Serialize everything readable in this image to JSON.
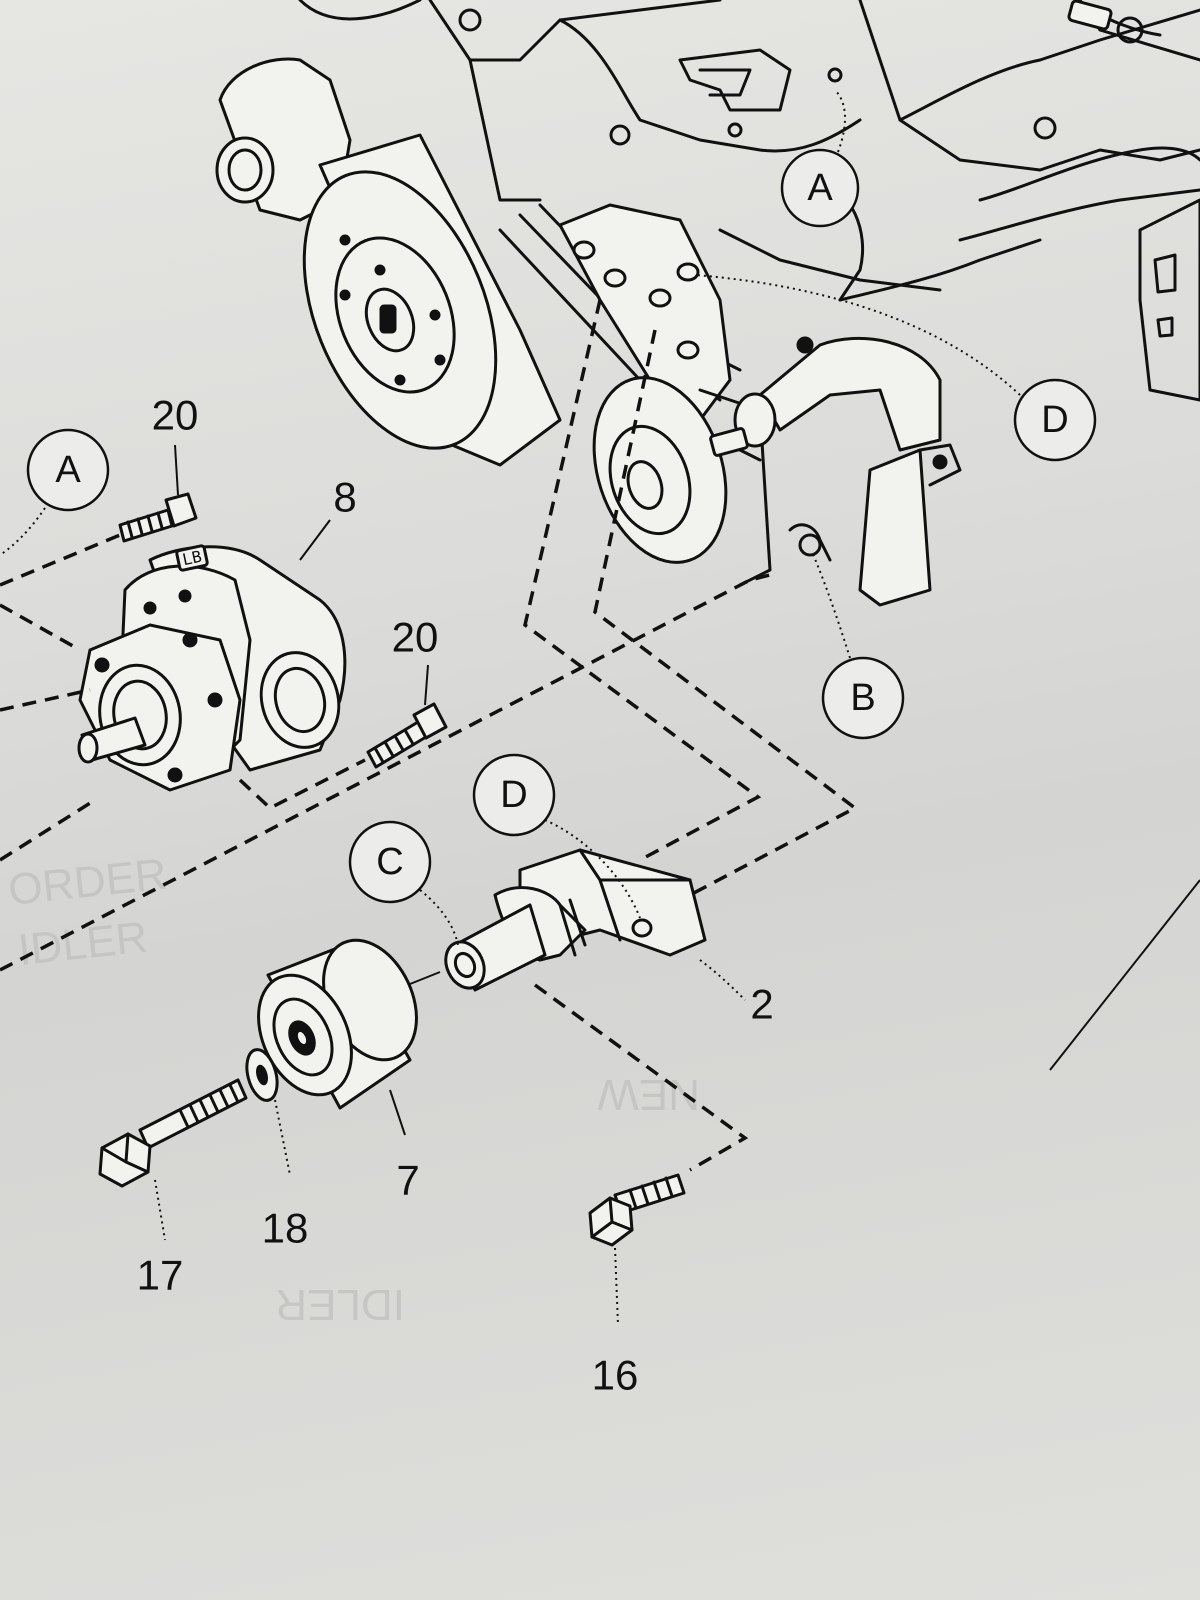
{
  "callouts": {
    "a_top": "A",
    "a_left": "A",
    "b": "B",
    "c": "C",
    "d_top": "D",
    "d_bracket": "D"
  },
  "part_numbers": {
    "bolt_upper": "20",
    "pump": "8",
    "bolt_lower": "20",
    "bracket": "2",
    "pulley": "7",
    "washer": "18",
    "bolt_long": "17",
    "bolt_short": "16"
  },
  "markings": {
    "pump_stamp": "LB"
  },
  "show_through": {
    "text_1": "ORDER",
    "text_2": "IDLER",
    "text_3": "IDLER",
    "text_4": "NEW"
  }
}
